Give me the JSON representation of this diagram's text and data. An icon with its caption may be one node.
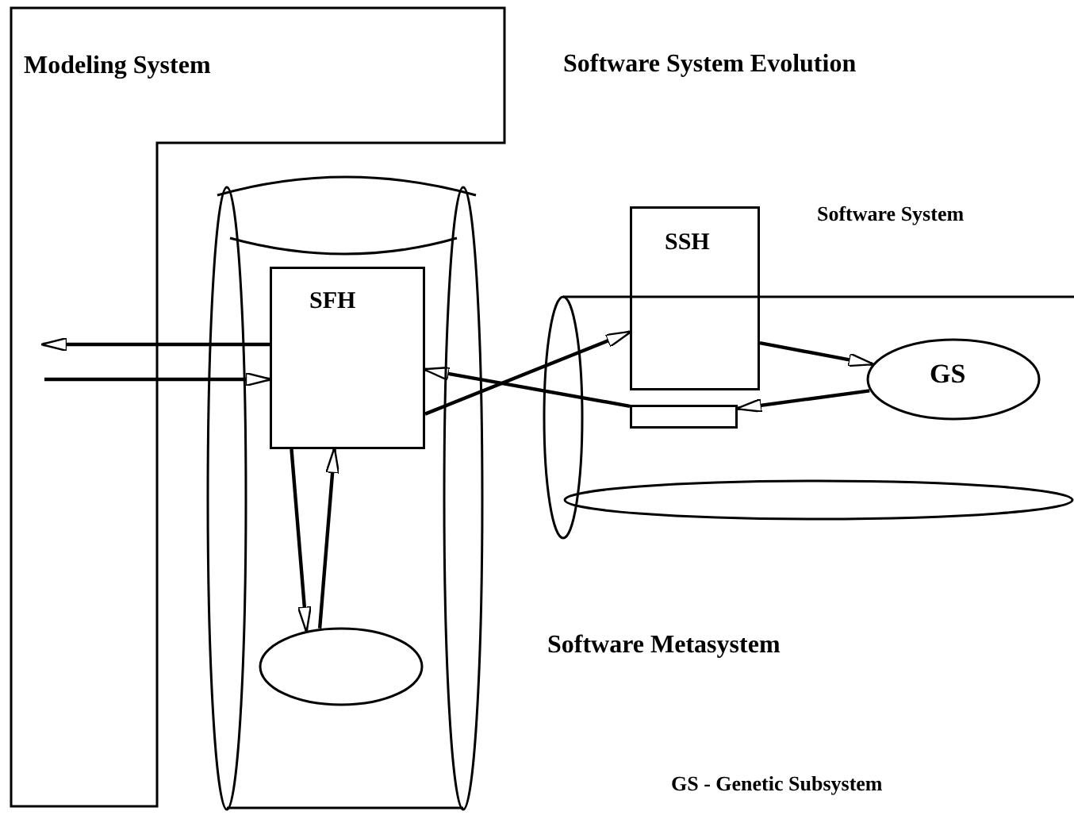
{
  "diagram": {
    "title": "Software System Evolution",
    "nodes": [
      {
        "text": [
          "Modeling System"
        ]
      },
      {
        "text": [],
        "shape": "cylinder",
        "beside": [
          "Software Metasystem"
        ]
      },
      {
        "text": [
          "SFH"
        ],
        "in": 1
      },
      {
        "text": [],
        "shape": "ellipse",
        "in": 1
      },
      {
        "text": [],
        "shape": "cylinder",
        "beside": [
          "Software System"
        ]
      },
      {
        "text": [
          "SSH"
        ]
      },
      {
        "text": [
          "GS"
        ],
        "in": 4
      },
      {
        "text": [],
        "shape": "box",
        "in": 4
      }
    ],
    "edges": [
      {
        "from": 2,
        "to": 0,
        "arrow": "to"
      },
      {
        "from": 0,
        "to": 2,
        "arrow": "to"
      },
      {
        "from": 2,
        "to": 3,
        "arrow": "to"
      },
      {
        "from": 3,
        "to": 2,
        "arrow": "to"
      },
      {
        "from": 7,
        "to": 2,
        "arrow": "to"
      },
      {
        "from": 2,
        "to": 5,
        "arrow": "to"
      },
      {
        "from": 5,
        "to": 6,
        "arrow": "to"
      },
      {
        "from": 6,
        "to": 7,
        "arrow": "to"
      }
    ],
    "labels": [
      "GS - Genetic Subsystem"
    ]
  }
}
